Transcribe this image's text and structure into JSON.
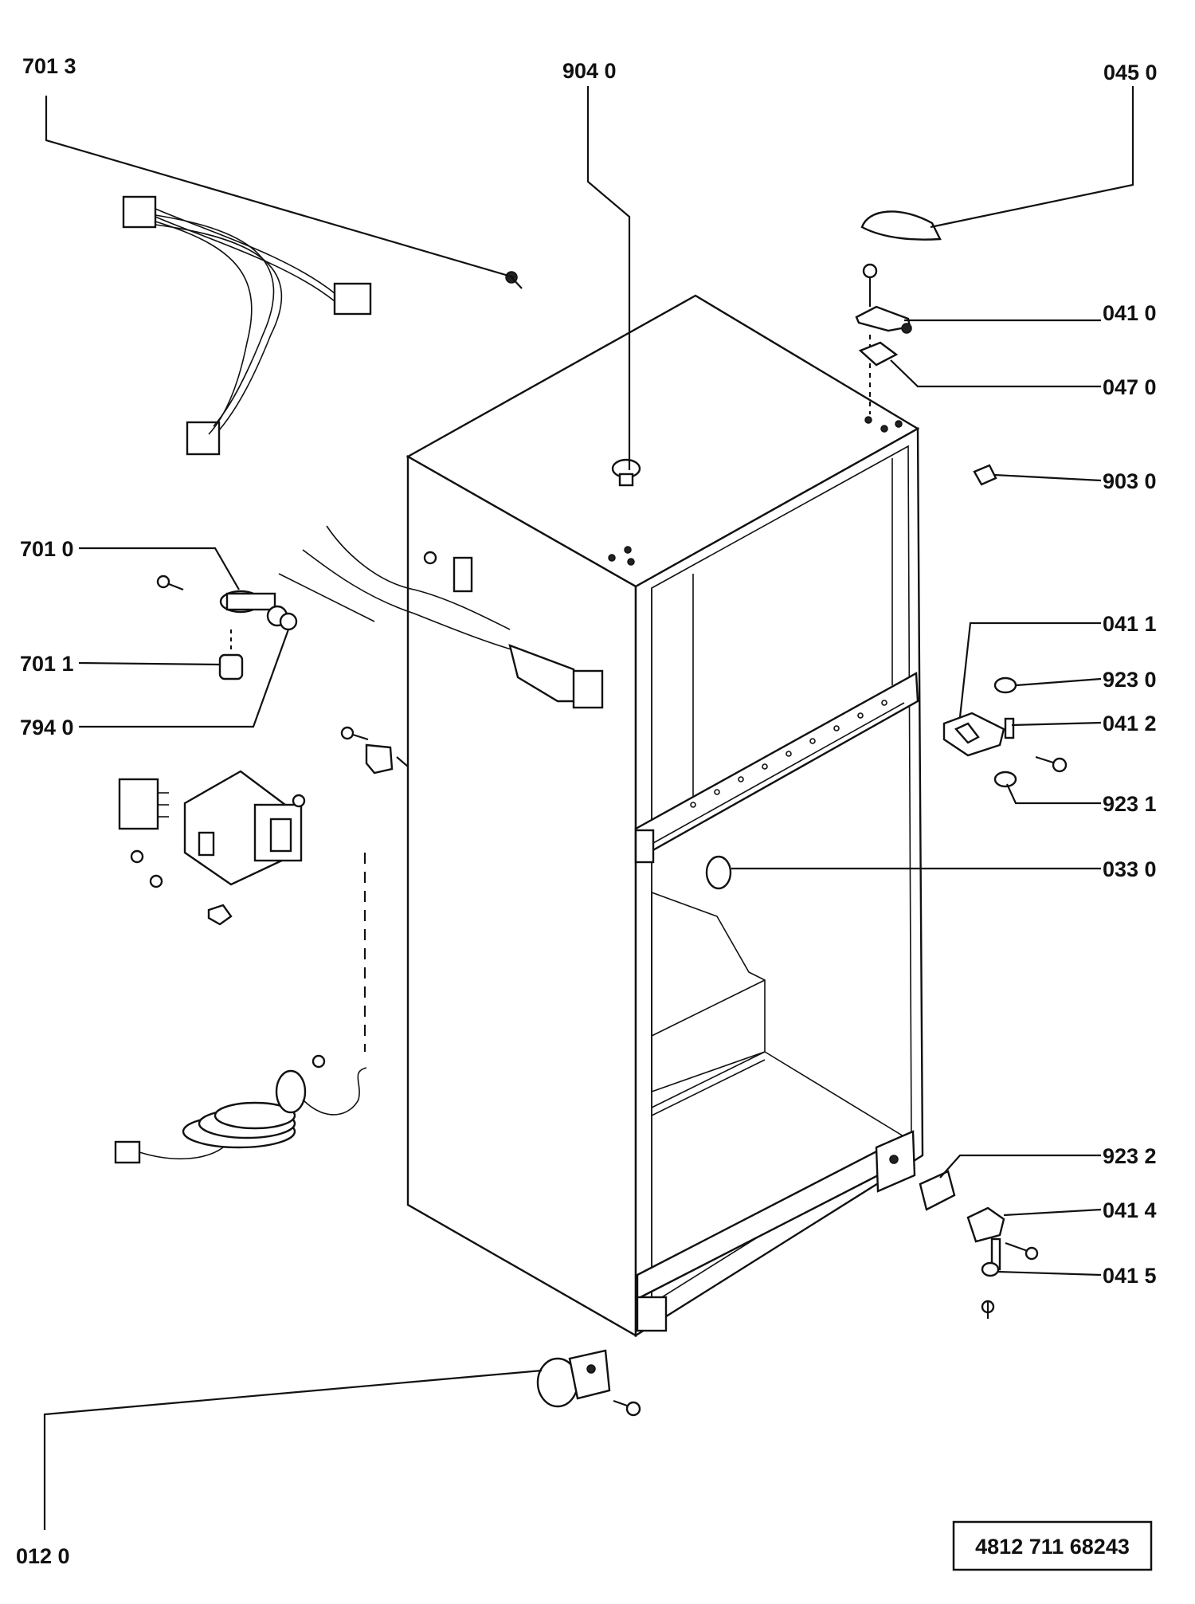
{
  "labels": {
    "l7013": "701 3",
    "l9040": "904 0",
    "l0450": "045 0",
    "l0410": "041 0",
    "l0470": "047 0",
    "l9030": "903 0",
    "l7010": "701 0",
    "l7011": "701 1",
    "l7940": "794 0",
    "l0411": "041 1",
    "l9230": "923 0",
    "l0412": "041 2",
    "l9231": "923 1",
    "l0330": "033 0",
    "l9232": "923 2",
    "l0414": "041 4",
    "l0415": "041 5",
    "l0120": "012 0"
  },
  "doc_number": "4812  711  68243"
}
